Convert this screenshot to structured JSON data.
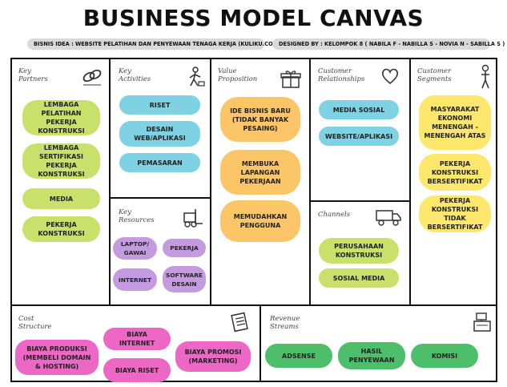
{
  "title": "BUSINESS MODEL CANVAS",
  "header": {
    "idea": "BISNIS IDEA : WEBSITE PELATIHAN DAN PENYEWAAN TENAGA KERJA (KULIKU.COM)",
    "designed_by": "DESIGNED BY : KELOMPOK 8 ( NABILA F - NABILLA S - NOVIA N - SABILLA S )"
  },
  "sections": {
    "key_partners": {
      "label_1": "Key",
      "label_2": "Partners",
      "icon": "chain-links-icon",
      "items": [
        "LEMBAGA PELATIHAN PEKERJA KONSTRUKSI",
        "LEMBAGA SERTIFIKASI PEKERJA KONSTRUKSI",
        "MEDIA",
        "PEKERJA KONSTRUKSI"
      ]
    },
    "key_activities": {
      "label_1": "Key",
      "label_2": "Activities",
      "icon": "worker-icon",
      "items": [
        "RISET",
        "DESAIN WEB/APLIKASI",
        "PEMASARAN"
      ]
    },
    "key_resources": {
      "label_1": "Key",
      "label_2": "Resources",
      "icon": "forklift-icon",
      "items": [
        "LAPTOP/ GAWAI",
        "PEKERJA",
        "INTERNET",
        "SOFTWARE DESAIN"
      ]
    },
    "value_proposition": {
      "label_1": "Value",
      "label_2": "Proposition",
      "icon": "gift-icon",
      "items": [
        "IDE BISNIS BARU (TIDAK BANYAK PESAING)",
        "MEMBUKA LAPANGAN PEKERJAAN",
        "MEMUDAHKAN PENGGUNA"
      ]
    },
    "customer_relationships": {
      "label_1": "Customer",
      "label_2": "Relationships",
      "icon": "heart-icon",
      "items": [
        "MEDIA SOSIAL",
        "WEBSITE/APLIKASI"
      ]
    },
    "channels": {
      "label_1": "Channels",
      "icon": "truck-icon",
      "items": [
        "PERUSAHAAN KONSTRUKSI",
        "SOSIAL MEDIA"
      ]
    },
    "customer_segments": {
      "label_1": "Customer",
      "label_2": "Segments",
      "icon": "person-icon",
      "items": [
        "MASYARAKAT EKONOMI MENENGAH - MENENGAH ATAS",
        "PEKERJA KONSTRUKSI BERSERTIFIKAT",
        "PEKERJA KONSTRUKSI TIDAK BERSERTIFIKAT"
      ]
    },
    "cost_structure": {
      "label_1": "Cost",
      "label_2": "Structure",
      "icon": "receipt-icon",
      "items": [
        "BIAYA PRODUKSI (MEMBELI DOMAIN & HOSTING)",
        "BIAYA INTERNET",
        "BIAYA RISET",
        "BIAYA PROMOSI (MARKETING)"
      ]
    },
    "revenue_streams": {
      "label_1": "Revenue",
      "label_2": "Streams",
      "icon": "cash-register-icon",
      "items": [
        "ADSENSE",
        "HASIL PENYEWAAN",
        "KOMISI"
      ]
    }
  }
}
